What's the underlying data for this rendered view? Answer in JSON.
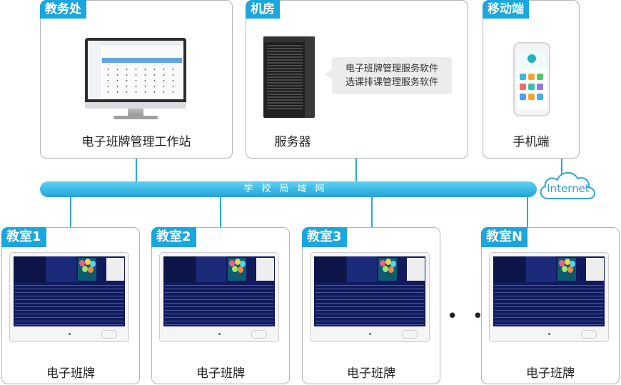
{
  "top_boxes": {
    "office": {
      "tag": "教务处",
      "caption": "电子班牌管理工作站",
      "device_icon": "monitor-icon"
    },
    "server_room": {
      "tag": "机房",
      "caption": "服务器",
      "device_icon": "server-rack-icon",
      "bubble_lines": [
        "电子班牌管理服务软件",
        "选课排课管理服务软件"
      ]
    },
    "mobile": {
      "tag": "移动端",
      "caption": "手机端",
      "device_icon": "smartphone-icon"
    }
  },
  "network": {
    "lan_label": "学校局域网",
    "cloud_label": "Internet",
    "cloud_icon": "cloud-icon"
  },
  "classrooms": [
    {
      "tag": "教室1",
      "caption": "电子班牌"
    },
    {
      "tag": "教室2",
      "caption": "电子班牌"
    },
    {
      "tag": "教室3",
      "caption": "电子班牌"
    },
    {
      "tag": "教室N",
      "caption": "电子班牌"
    }
  ],
  "ellipsis": "• • •",
  "colors": {
    "accent": "#1aa6df",
    "lan": "#29a9d8",
    "board_screen": "#101a5c"
  }
}
